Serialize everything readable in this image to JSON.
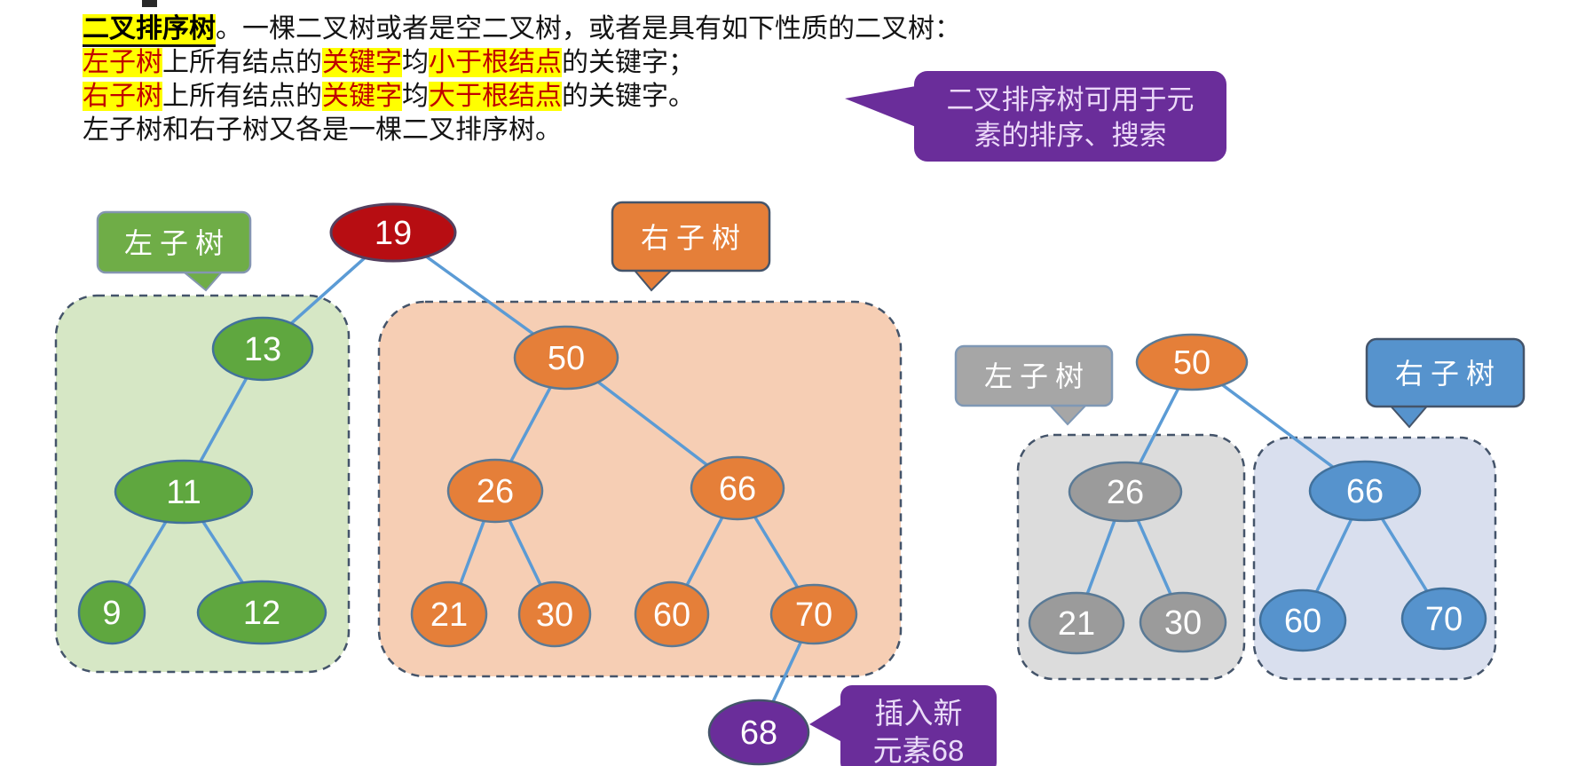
{
  "paragraph": {
    "title": "二叉排序树",
    "l1_rest": "。一棵二叉树或者是空二叉树，或者是具有如下性质的二叉树：",
    "l2_hl1": "左子树",
    "l2_t1": "上所有结点的",
    "l2_hl2": "关键字",
    "l2_t2": "均",
    "l2_hl3": "小于根结点",
    "l2_t3": "的关键字；",
    "l3_hl1": "右子树",
    "l3_t1": "上所有结点的",
    "l3_hl2": "关键字",
    "l3_t2": "均",
    "l3_hl3": "大于根结点",
    "l3_t3": "的关键字。",
    "l4": "左子树和右子树又各是一棵二叉排序树。"
  },
  "callouts": {
    "usage_line1": "二叉排序树可用于元",
    "usage_line2": "素的排序、搜索",
    "insert_line1": "插入新",
    "insert_line2": "元素68",
    "label_left_green": "左子树",
    "label_right_orange": "右子树",
    "label_left_gray": "左子树",
    "label_right_blue": "右子树"
  },
  "nodes": {
    "n19": "19",
    "n13": "13",
    "n11": "11",
    "n9": "9",
    "n12": "12",
    "n50": "50",
    "n26": "26",
    "n66": "66",
    "n21": "21",
    "n30": "30",
    "n60": "60",
    "n70": "70",
    "n68": "68",
    "r50": "50",
    "r26": "26",
    "r21": "21",
    "r30": "30",
    "r66": "66",
    "r60": "60",
    "r70": "70"
  },
  "structure": {
    "main_tree": {
      "root": "19",
      "left_subtree": [
        "13",
        "11",
        "9",
        "12"
      ],
      "right_subtree": [
        "50",
        "26",
        "66",
        "21",
        "30",
        "60",
        "70"
      ],
      "inserted_element": "68"
    },
    "right_tree": {
      "root": "50",
      "left_subtree": [
        "26",
        "21",
        "30"
      ],
      "right_subtree": [
        "66",
        "60",
        "70"
      ]
    }
  },
  "colors": {
    "highlight": "#ffff00",
    "highlight_text": "#c00000",
    "red_node": "#b70d12",
    "green_node": "#5fa73f",
    "orange_node": "#e57f39",
    "gray_node": "#9b9b9b",
    "blue_node": "#5693cd",
    "purple": "#6a2d9a",
    "edge": "#5b9bd5",
    "green_box": "#d6e7c5",
    "orange_box": "#f6ceb4",
    "gray_box": "#dcdcdc",
    "blue_box": "#d9dfee"
  }
}
